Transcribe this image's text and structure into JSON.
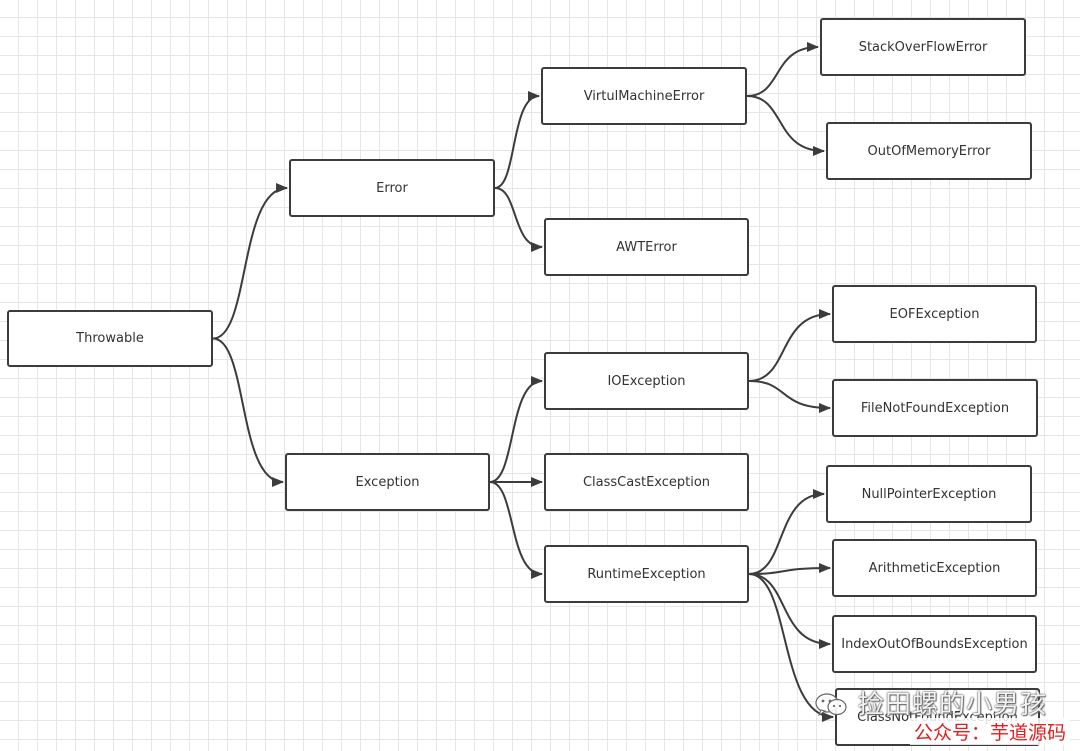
{
  "nodes": {
    "throwable": "Throwable",
    "error": "Error",
    "exception": "Exception",
    "virtual_machine_error": "VirtulMachineError",
    "awt_error": "AWTError",
    "stack_overflow_error": "StackOverFlowError",
    "out_of_memory_error": "OutOfMemoryError",
    "io_exception": "IOException",
    "class_cast_exception": "ClassCastException",
    "runtime_exception": "RuntimeException",
    "eof_exception": "EOFException",
    "file_not_found_exception": "FileNotFoundException",
    "null_pointer_exception": "NullPointerException",
    "arithmetic_exception": "ArithmeticException",
    "index_out_of_bounds_exception": "IndexOutOfBoundsException",
    "class_not_found_exception": "ClassNotFoundException"
  },
  "edges": [
    [
      "throwable",
      "error"
    ],
    [
      "throwable",
      "exception"
    ],
    [
      "error",
      "virtual_machine_error"
    ],
    [
      "error",
      "awt_error"
    ],
    [
      "virtual_machine_error",
      "stack_overflow_error"
    ],
    [
      "virtual_machine_error",
      "out_of_memory_error"
    ],
    [
      "exception",
      "io_exception"
    ],
    [
      "exception",
      "class_cast_exception"
    ],
    [
      "exception",
      "runtime_exception"
    ],
    [
      "io_exception",
      "eof_exception"
    ],
    [
      "io_exception",
      "file_not_found_exception"
    ],
    [
      "runtime_exception",
      "null_pointer_exception"
    ],
    [
      "runtime_exception",
      "arithmetic_exception"
    ],
    [
      "runtime_exception",
      "index_out_of_bounds_exception"
    ],
    [
      "runtime_exception",
      "class_not_found_exception"
    ]
  ],
  "watermark": {
    "account_name": "捡田螺的小男孩",
    "subtitle": "公众号：芋道源码",
    "icon": "wechat-icon"
  },
  "colors": {
    "line": "#3c3c3c",
    "node_border": "#3c3c3c",
    "node_text": "#333333",
    "grid": "#e6e6e6",
    "watermark_red": "#e0201f"
  }
}
